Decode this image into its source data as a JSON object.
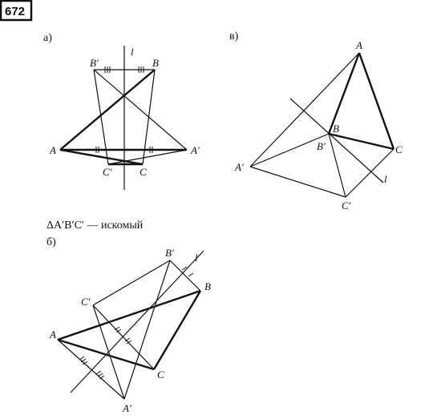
{
  "problem_number": "672",
  "caption": "ΔA′B′C′ — искомый",
  "parts": {
    "a": {
      "label": "а)",
      "points": {
        "A": "A",
        "A1": "A′",
        "B": "B",
        "B1": "B′",
        "C": "C",
        "C1": "C′"
      },
      "axis": "l"
    },
    "b": {
      "label": "б)",
      "points": {
        "A": "A",
        "A1": "A′",
        "B": "B",
        "B1": "B′",
        "C": "C",
        "C1": "C′"
      },
      "axis": "l"
    },
    "v": {
      "label": "в)",
      "points": {
        "A": "A",
        "A1": "A′",
        "B": "B",
        "B1": "B′",
        "C": "C",
        "C1": "C′"
      },
      "axis": "l"
    }
  }
}
